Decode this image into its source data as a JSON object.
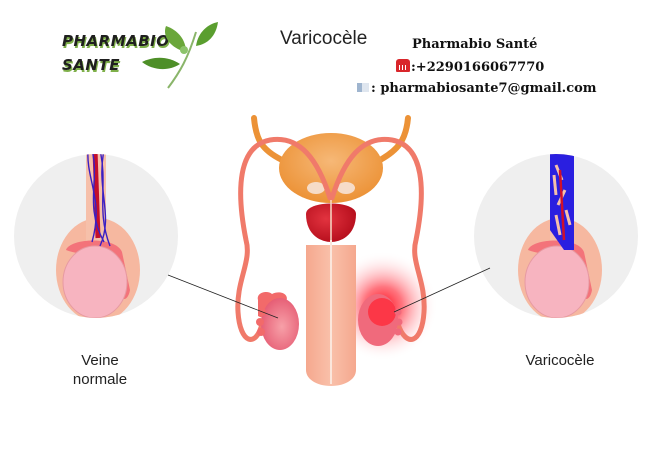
{
  "logo": {
    "line1": "PHARMABIO",
    "line2": "SANTE",
    "leaf_color": "#5a9e2f"
  },
  "header": {
    "title": "Varicocèle"
  },
  "contact": {
    "name": "Pharmabio Santé",
    "phone_icon": "telephone-icon",
    "phone": ":+2290166067770",
    "email_icon": "email-icon",
    "email": ": pharmabiosante7@gmail.com"
  },
  "diagram": {
    "left_callout": {
      "label_line1": "Veine",
      "label_line2": "normale",
      "vein_color": "#3a1fc4",
      "artery_color": "#d0102a"
    },
    "right_callout": {
      "label": "Varicocèle",
      "vein_color": "#2a1fe0",
      "artery_color": "#d0102a"
    },
    "colors": {
      "bladder": "#f0a04a",
      "prostate": "#d11a2a",
      "vas_deferens": "#f07a6a",
      "penis": "#f7b49a",
      "testis": "#ef7a8a",
      "inflammation": "#ff1a2a",
      "callout_bg": "#efefef"
    }
  }
}
